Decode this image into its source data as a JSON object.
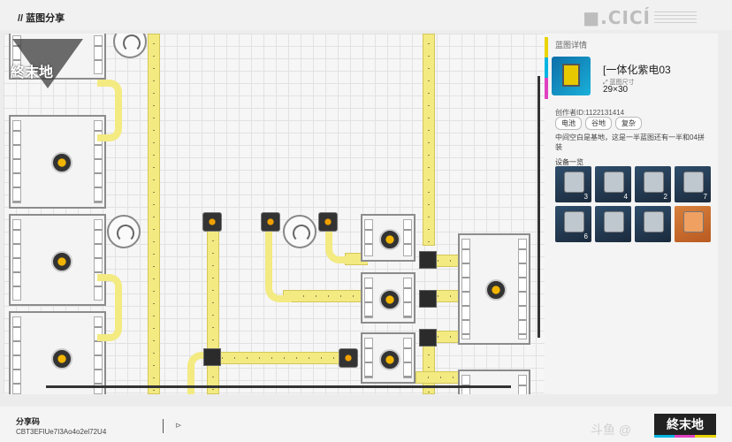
{
  "header": {
    "breadcrumb": "// 蓝图分享"
  },
  "game_logo": {
    "text": "終末地"
  },
  "panel": {
    "title": "蓝图详情",
    "blueprint_name": "一体化紫电03",
    "size_label": "蓝图尺寸",
    "size_value": "29×30",
    "creator": "创作者ID:1122131414",
    "tags": [
      "电池",
      "谷地",
      "复杂"
    ],
    "description": "中间空白是基地，这是一半蓝图还有一半和04拼装",
    "equipment_title": "设备一览",
    "equipment": [
      {
        "icon": "planter-icon",
        "count": "3",
        "style": "blue"
      },
      {
        "icon": "refinery-icon",
        "count": "4",
        "style": "blue"
      },
      {
        "icon": "grinder-icon",
        "count": "2",
        "style": "blue"
      },
      {
        "icon": "fitting-unit-icon",
        "count": "7",
        "style": "blue"
      },
      {
        "icon": "mixer-icon",
        "count": "6",
        "style": "blue"
      },
      {
        "icon": "assembler-icon",
        "count": "",
        "style": "blue"
      },
      {
        "icon": "filling-unit-icon",
        "count": "",
        "style": "blue"
      },
      {
        "icon": "foundation-plate-icon",
        "count": "",
        "style": "orange"
      }
    ]
  },
  "footer": {
    "share_label": "分享码",
    "share_code": "CBT3EFlUe7I3Ao4o2el72U4"
  },
  "watermark": {
    "text": "斗鱼 @",
    "logo": "終末地"
  },
  "colors": {
    "belt": "#f3ea82",
    "accent_yellow": "#e9d400",
    "accent_cyan": "#00b5e2",
    "accent_magenta": "#e040c0"
  }
}
